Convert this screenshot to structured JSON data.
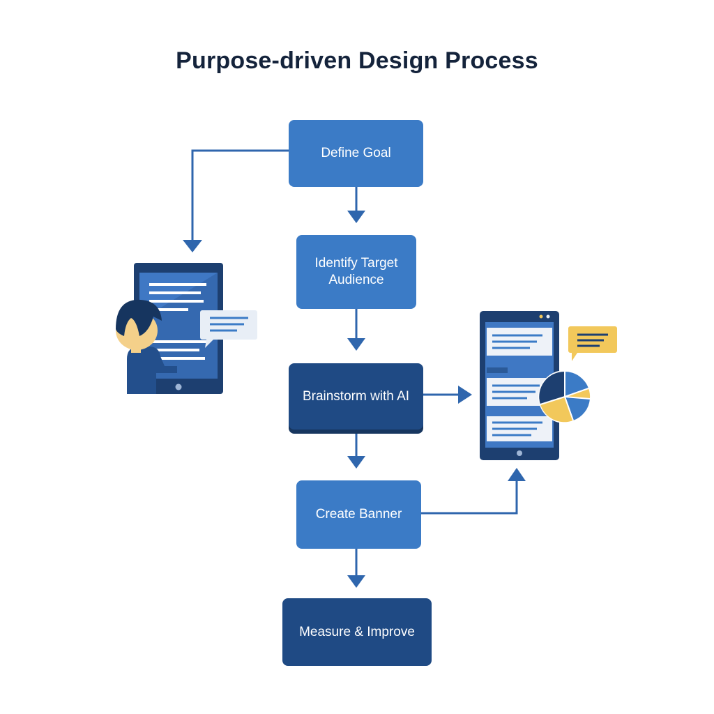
{
  "title": "Purpose-driven Design Process",
  "steps": [
    {
      "id": "define-goal",
      "label": "Define Goal"
    },
    {
      "id": "identify-target-audience",
      "label": "Identify Target Audience"
    },
    {
      "id": "brainstorm-with-ai",
      "label": "Brainstorm with AI"
    },
    {
      "id": "create-banner",
      "label": "Create Banner"
    },
    {
      "id": "measure-improve",
      "label": "Measure & Improve"
    }
  ],
  "icons": {
    "left": "tablet-with-person-icon",
    "right": "phone-with-pie-chart-icon"
  },
  "colors": {
    "title": "#14233b",
    "step_light": "#3b7bc6",
    "step_dark": "#1f4a84",
    "arrow": "#2f66ad",
    "accent_yellow": "#f2c85b"
  }
}
